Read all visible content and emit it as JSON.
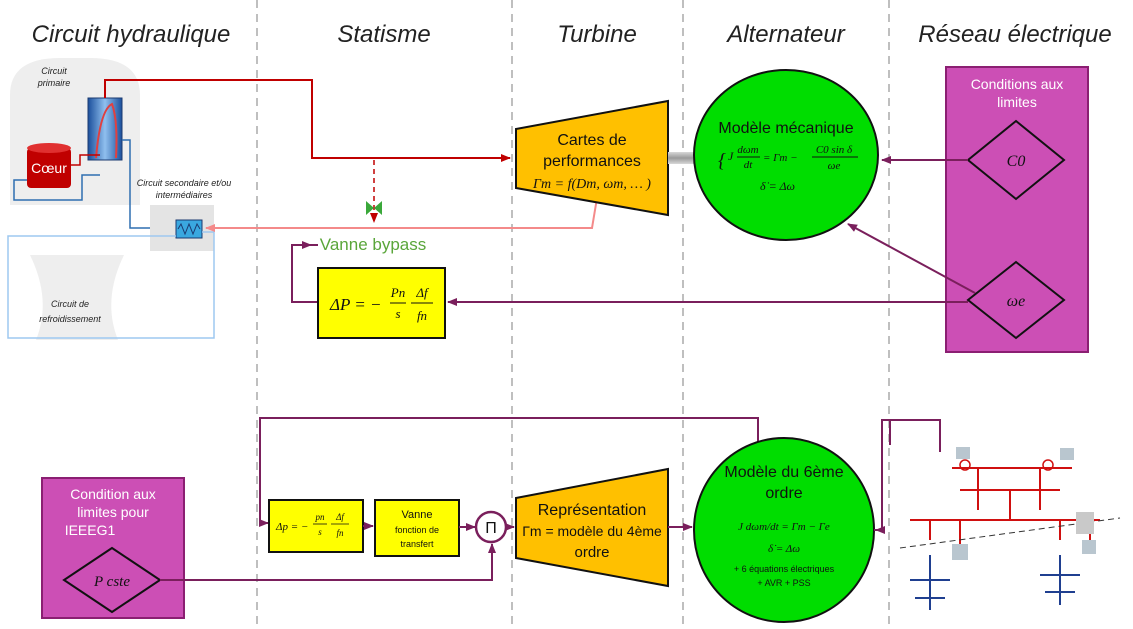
{
  "headers": {
    "hydraulic": "Circuit hydraulique",
    "droop": "Statisme",
    "turbine": "Turbine",
    "alternator": "Alternateur",
    "grid": "Réseau électrique"
  },
  "hydraulic": {
    "primary_label_1": "Circuit",
    "primary_label_2": "primaire",
    "core_label": "Cœur",
    "secondary_label_1": "Circuit secondaire et/ou",
    "secondary_label_2": "intermédiaires",
    "cooling_label_1": "Circuit de",
    "cooling_label_2": "refroidissement"
  },
  "top": {
    "bypass_label": "Vanne bypass",
    "droop_eq": "ΔP = − (Pₙ/s)·(Δf/fₙ)",
    "droop_lhs": "ΔP = −",
    "droop_pn": "Pn",
    "droop_s": "s",
    "droop_df": "Δf",
    "droop_fn": "fn",
    "turbine_line1": "Cartes de",
    "turbine_line2": "performances",
    "turbine_line3": "Γm = f(Dm, ωm, … )",
    "mech_title": "Modèle mécanique",
    "mech_eq1": "J dωm/dt = Γm − C0 sin δ / ωe",
    "mech_eq1_lhs": "J",
    "mech_eq1_num": "dωm",
    "mech_eq1_den": "dt",
    "mech_eq1_mid": "= Γm −",
    "mech_eq1_num2": "C0 sin δ",
    "mech_eq1_den2": "ωe",
    "mech_eq2": "δ̇ = Δω",
    "grid_title_1": "Conditions aux",
    "grid_title_2": "limites",
    "c0_label": "C0",
    "we_label": "ωe"
  },
  "bottom": {
    "cond_line1": "Condition aux",
    "cond_line2": "limites pour",
    "cond_line3": "IEEEG1",
    "pcste": "P cste",
    "droop_eq": "Δp = −(pn/s)(Δf/fn)",
    "droop_lhs": "Δp = −",
    "droop_pn": "pn",
    "droop_s": "s",
    "droop_df": "Δf",
    "droop_fn": "fn",
    "valve_line1": "Vanne",
    "valve_line2": "fonction de",
    "valve_line3": "transfert",
    "pi_symbol": "Π",
    "turbine_line1": "Représentation",
    "turbine_line2": "Γm = modèle du 4ème",
    "turbine_line3": "ordre",
    "model6_line1": "Modèle du 6ème",
    "model6_line2": "ordre",
    "model6_eq1": "J dωm/dt = Γm − Γe",
    "model6_eq2": "δ̇ = Δω",
    "model6_line3": "+ 6 équations électriques",
    "model6_line4": "+ AVR + PSS"
  },
  "colors": {
    "magenta": "#cc4fb5",
    "magenta_dark": "#8b1f72",
    "yellow": "#ffff00",
    "orange": "#ffc000",
    "green": "#00dd00",
    "red": "#c00000",
    "pink": "#f48a8a",
    "purple": "#7a1f5c",
    "bypass_green": "#5aa63a",
    "blue": "#2f6fb0",
    "light_blue": "#9ec8f0"
  }
}
